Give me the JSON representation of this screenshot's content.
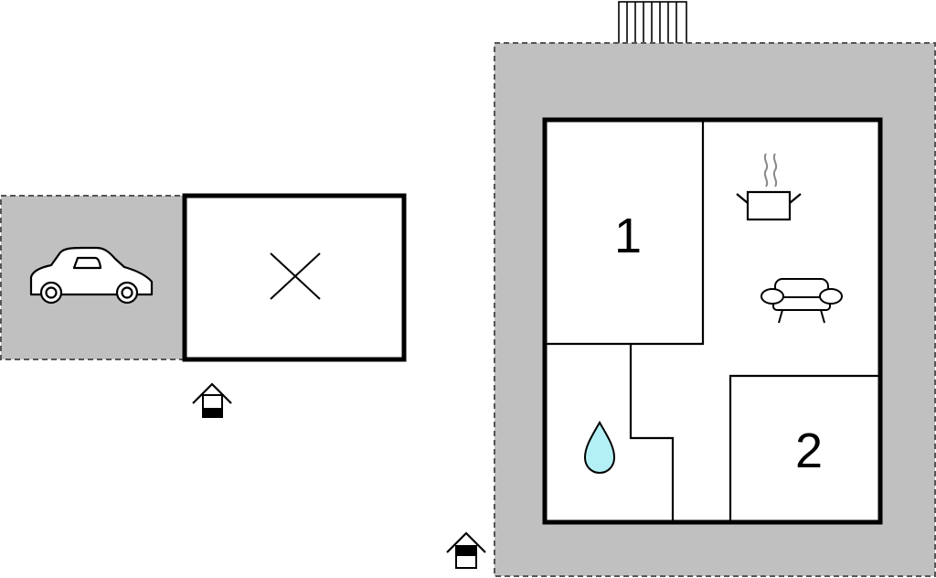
{
  "floorplan": {
    "rooms": [
      {
        "id": "bedroom-1",
        "label": "1"
      },
      {
        "id": "bedroom-2",
        "label": "2"
      }
    ],
    "icons": {
      "parking": "car-icon",
      "annex": "cross-icon",
      "kitchen": "cooking-pot-icon",
      "living": "sofa-icon",
      "bathroom": "water-drop-icon",
      "entrance": "house-entrance-icon",
      "stairs": "stairs-icon"
    },
    "colors": {
      "outdoor_area": "#c0c0c0",
      "walls": "#000000",
      "water_drop": "#b3f0f5",
      "background": "#ffffff"
    }
  }
}
